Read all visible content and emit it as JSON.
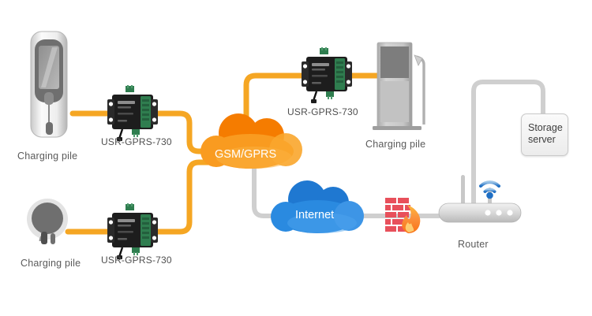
{
  "diagram": {
    "title": "USR-GPRS-730 charging pile network topology",
    "background": "#ffffff",
    "link_orange": "#f5a623",
    "link_gray": "#cfcfcf",
    "cloud_orange": "#f58f11",
    "cloud_blue": "#2a7fd4",
    "device_body": "#1d1d1d",
    "terminal_green": "#2f7d4f"
  },
  "clouds": [
    {
      "name": "gsm-gprs-cloud",
      "label": "GSM/GPRS",
      "color": "#f58f11"
    },
    {
      "name": "internet-cloud",
      "label": "Internet",
      "color": "#2a7fd4"
    }
  ],
  "nodes": {
    "pile_top_left": {
      "label": "Charging pile",
      "type": "pedestal-charging-pile"
    },
    "pile_bottom_left": {
      "label": "Charging pile",
      "type": "wallbox-charging-pile"
    },
    "pile_top_right": {
      "label": "Charging pile",
      "type": "pedestal-charging-pile"
    },
    "router": {
      "label": "Router",
      "type": "wifi-router"
    },
    "storage": {
      "label_line1": "Storage",
      "label_line2": "server",
      "type": "storage-server"
    },
    "firewall": {
      "label": "",
      "type": "firewall"
    }
  },
  "gateways": [
    {
      "name": "gateway-top-left",
      "label": "USR-GPRS-730"
    },
    {
      "name": "gateway-bottom-left",
      "label": "USR-GPRS-730"
    },
    {
      "name": "gateway-top-right",
      "label": "USR-GPRS-730"
    }
  ]
}
